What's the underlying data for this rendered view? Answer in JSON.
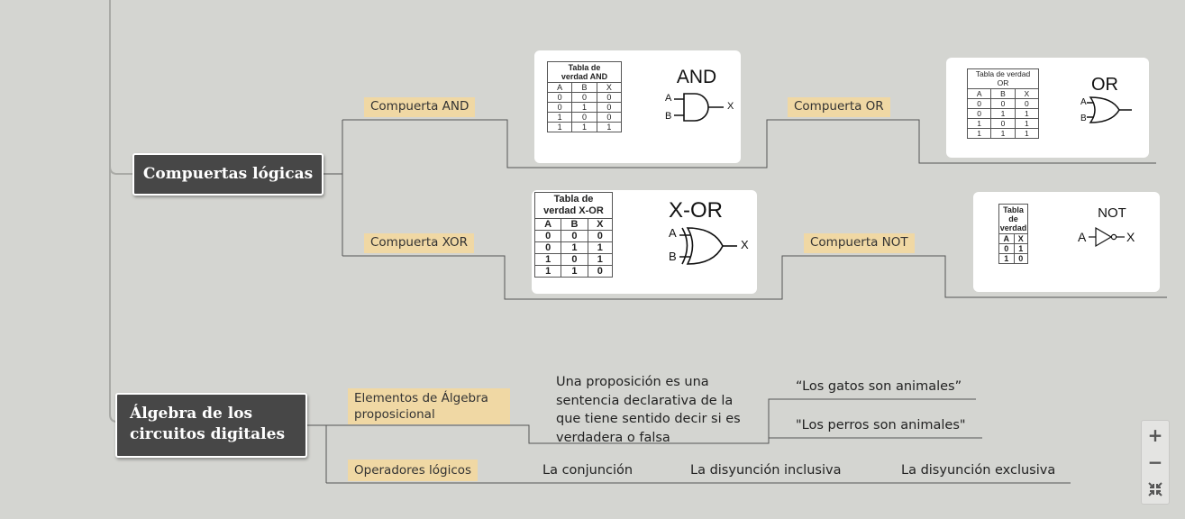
{
  "compuertas": {
    "title": "Compuertas lógicas",
    "and": {
      "label": "Compuerta AND",
      "table_title": "Tabla de verdad AND",
      "headers": [
        "A",
        "B",
        "X"
      ],
      "rows": [
        [
          "0",
          "0",
          "0"
        ],
        [
          "0",
          "1",
          "0"
        ],
        [
          "1",
          "0",
          "0"
        ],
        [
          "1",
          "1",
          "1"
        ]
      ],
      "symbol_title": "AND",
      "in_a": "A",
      "in_b": "B",
      "out": "X"
    },
    "or": {
      "label": "Compuerta OR",
      "table_title": "Tabla de verdad OR",
      "headers": [
        "A",
        "B",
        "X"
      ],
      "rows": [
        [
          "0",
          "0",
          "0"
        ],
        [
          "0",
          "1",
          "1"
        ],
        [
          "1",
          "0",
          "1"
        ],
        [
          "1",
          "1",
          "1"
        ]
      ],
      "symbol_title": "OR",
      "in_a": "A",
      "in_b": "B"
    },
    "xor": {
      "label": "Compuerta XOR",
      "table_title": "Tabla de verdad X-OR",
      "headers": [
        "A",
        "B",
        "X"
      ],
      "rows": [
        [
          "0",
          "0",
          "0"
        ],
        [
          "0",
          "1",
          "1"
        ],
        [
          "1",
          "0",
          "1"
        ],
        [
          "1",
          "1",
          "0"
        ]
      ],
      "symbol_title": "X-OR",
      "in_a": "A",
      "in_b": "B",
      "out": "X"
    },
    "not": {
      "label": "Compuerta NOT",
      "table_title": "Tabla de verdad",
      "headers": [
        "A",
        "X"
      ],
      "rows": [
        [
          "0",
          "1"
        ],
        [
          "1",
          "0"
        ]
      ],
      "symbol_title": "NOT",
      "in_a": "A",
      "out": "X"
    }
  },
  "algebra": {
    "title": "Álgebra de los circuitos digitales",
    "elementos": {
      "label": "Elementos de Álgebra proposicional",
      "definition": "Una proposición es una sentencia declarativa de la que tiene sentido decir si es verdadera o falsa",
      "example1": "“Los gatos son animales”",
      "example2": "\"Los perros son animales\""
    },
    "operadores": {
      "label": "Operadores lógicos",
      "items": [
        "La conjunción",
        "La disyunción inclusiva",
        "La disyunción exclusiva"
      ]
    }
  },
  "zoom": {
    "in": "+",
    "out": "−"
  },
  "colors": {
    "background": "#d4d5d1",
    "main_node": "#474747",
    "sub_node": "#f0d8a4",
    "connector": "#555555"
  }
}
